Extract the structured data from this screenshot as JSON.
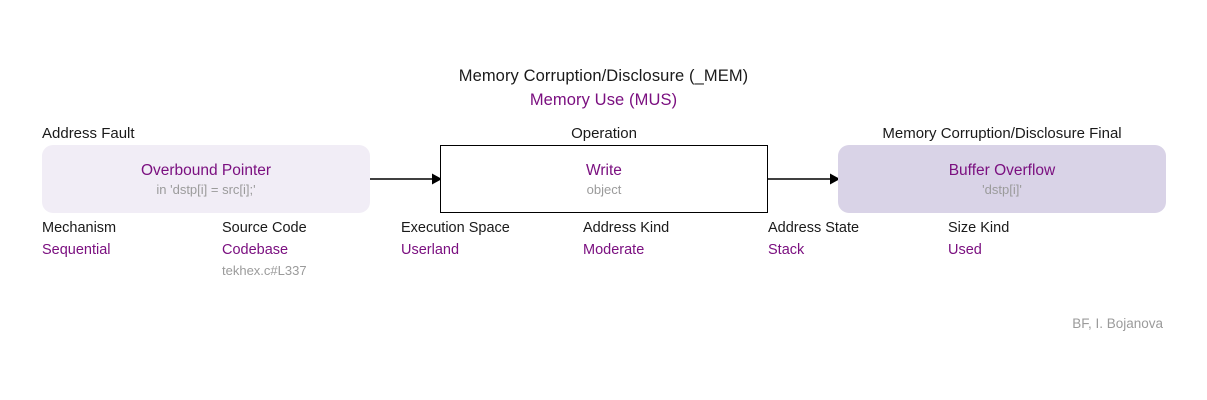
{
  "diagram": {
    "title_main": "Memory Corruption/Disclosure (_MEM)",
    "title_sub": "Memory Use (MUS)",
    "accent_color": "#7B1080",
    "muted_color": "#9b9b9b",
    "text_color": "#1a1a1a",
    "left_box_fill": "#F1EDF6",
    "right_box_fill": "#D9D3E7",
    "mid_box_fill": "#ffffff",
    "mid_box_border": "#000000"
  },
  "columns": {
    "left": {
      "caption": "Address Fault",
      "node_title": "Overbound Pointer",
      "node_sub": "in 'dstp[i] = src[i];'"
    },
    "middle": {
      "caption": "Operation",
      "node_title": "Write",
      "node_sub": "object"
    },
    "right": {
      "caption": "Memory Corruption/Disclosure Final",
      "node_title": "Buffer Overflow",
      "node_sub": "'dstp[i]'"
    }
  },
  "attributes": [
    {
      "label": "Mechanism",
      "value": "Sequential",
      "note": ""
    },
    {
      "label": "Source Code",
      "value": "Codebase",
      "note": "tekhex.c#L337"
    },
    {
      "label": "Execution Space",
      "value": "Userland",
      "note": ""
    },
    {
      "label": "Address Kind",
      "value": "Moderate",
      "note": ""
    },
    {
      "label": "Address State",
      "value": "Stack",
      "note": ""
    },
    {
      "label": "Size Kind",
      "value": "Used",
      "note": ""
    }
  ],
  "arrows": [
    {
      "name": "arrow-fault-to-operation"
    },
    {
      "name": "arrow-operation-to-final"
    }
  ],
  "footer": {
    "attribution": "BF, I. Bojanova"
  }
}
